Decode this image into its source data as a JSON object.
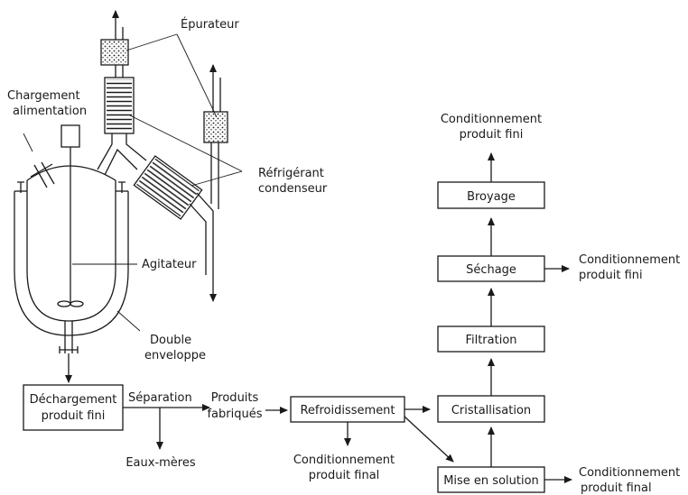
{
  "labels": {
    "epurateur": "Épurateur",
    "chargement_l1": "Chargement",
    "chargement_l2": "alimentation",
    "refrigerant_l1": "Réfrigérant",
    "refrigerant_l2": "condenseur",
    "agitateur": "Agitateur",
    "double_l1": "Double",
    "double_l2": "enveloppe",
    "separation": "Séparation",
    "produits_l1": "Produits",
    "produits_l2": "fabriqués",
    "eaux_meres": "Eaux-mères",
    "cond_final_l1": "Conditionnement",
    "cond_final_l2": "produit final",
    "cond_top_l1": "Conditionnement",
    "cond_top_l2": "produit fini",
    "cond_sech_l1": "Conditionnement",
    "cond_sech_l2": "produit fini",
    "cond_mise_l1": "Conditionnement",
    "cond_mise_l2": "produit final"
  },
  "boxes": {
    "dechargement_l1": "Déchargement",
    "dechargement_l2": "produit fini",
    "refroidissement": "Refroidissement",
    "cristallisation": "Cristallisation",
    "filtration": "Filtration",
    "sechage": "Séchage",
    "broyage": "Broyage",
    "mise_en_solution": "Mise en solution"
  }
}
